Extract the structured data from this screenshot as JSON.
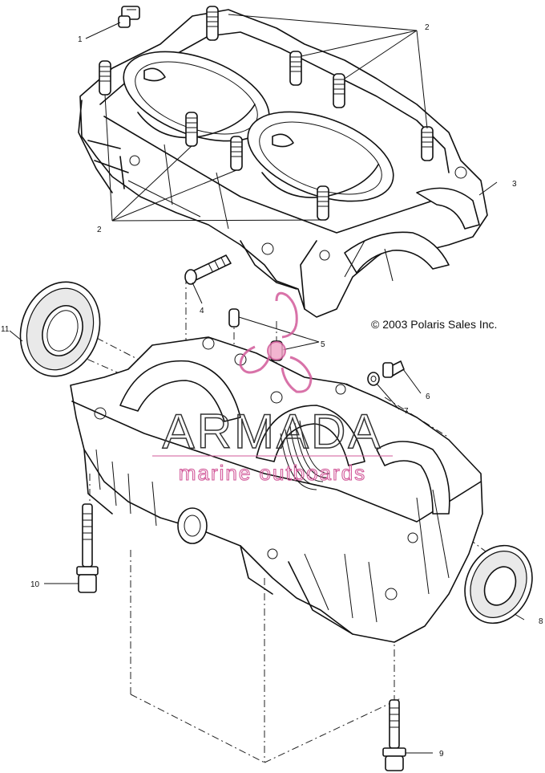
{
  "diagram": {
    "copyright": "© 2003 Polaris Sales Inc.",
    "watermark": {
      "brand": "ARMADA",
      "subtitle": "marine outboards",
      "accent_color": "#d25a9a",
      "logo_icon": "propeller-logo-icon"
    },
    "callouts": [
      {
        "id": "callout-1",
        "label": "1"
      },
      {
        "id": "callout-2-top",
        "label": "2"
      },
      {
        "id": "callout-2-left",
        "label": "2"
      },
      {
        "id": "callout-3",
        "label": "3"
      },
      {
        "id": "callout-4",
        "label": "4"
      },
      {
        "id": "callout-5",
        "label": "5"
      },
      {
        "id": "callout-6",
        "label": "6"
      },
      {
        "id": "callout-7",
        "label": "7"
      },
      {
        "id": "callout-8",
        "label": "8"
      },
      {
        "id": "callout-9",
        "label": "9"
      },
      {
        "id": "callout-10",
        "label": "10"
      },
      {
        "id": "callout-11",
        "label": "11"
      }
    ]
  }
}
